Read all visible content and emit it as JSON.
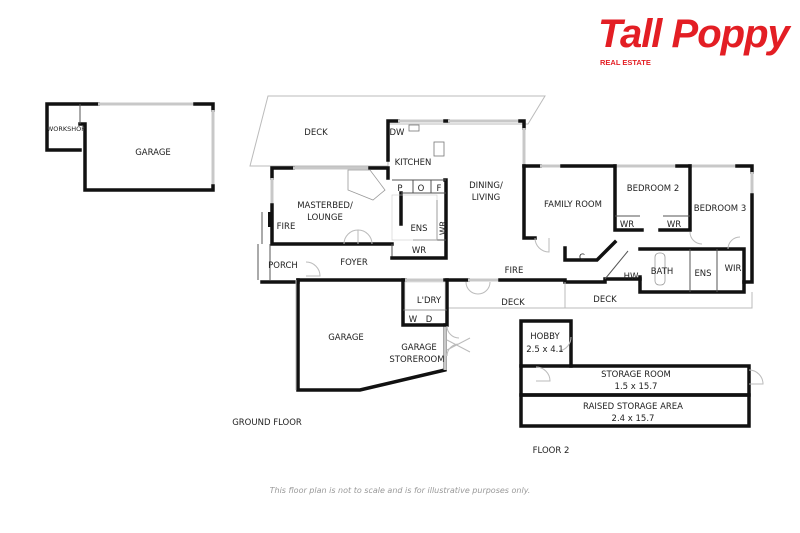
{
  "brand": {
    "name": "Tall Poppy",
    "tagline": "REAL ESTATE",
    "color": "#e31e24"
  },
  "floors": {
    "ground": {
      "label": "GROUND FLOOR",
      "rooms": {
        "workshop": "WORKSHOP",
        "garage_detached": "GARAGE",
        "deck_top": "DECK",
        "dw": "DW",
        "kitchen": "KITCHEN",
        "pantry": "P",
        "oven": "O",
        "fridge": "F",
        "dining": "DINING/",
        "living": "LIVING",
        "masterbed": "MASTERBED/",
        "lounge": "LOUNGE",
        "fire_master": "FIRE",
        "ens_master": "ENS",
        "wr_vertical": "WR",
        "wr_master": "WR",
        "porch": "PORCH",
        "foyer": "FOYER",
        "fire_living": "FIRE",
        "family": "FAMILY ROOM",
        "bedroom2": "BEDROOM 2",
        "bedroom3": "BEDROOM 3",
        "wr_b2a": "WR",
        "wr_b2b": "WR",
        "cupboard": "C",
        "hw": "HW",
        "bath": "BATH",
        "ens_b3": "ENS",
        "wir": "WIR",
        "deck_mid": "DECK",
        "deck_right": "DECK",
        "laundry": "L'DRY",
        "washer": "W",
        "dryer": "D",
        "garage": "GARAGE",
        "garage_store1": "GARAGE",
        "garage_store2": "STOREROOM"
      }
    },
    "floor2": {
      "label": "FLOOR 2",
      "rooms": {
        "hobby": "HOBBY",
        "hobby_size": "2.5 x 4.1",
        "storage": "STORAGE ROOM",
        "storage_size": "1.5 x 15.7",
        "raised": "RAISED STORAGE AREA",
        "raised_size": "2.4 x 15.7"
      }
    }
  },
  "disclaimer": "This floor plan is not to scale and is for illustrative purposes only."
}
